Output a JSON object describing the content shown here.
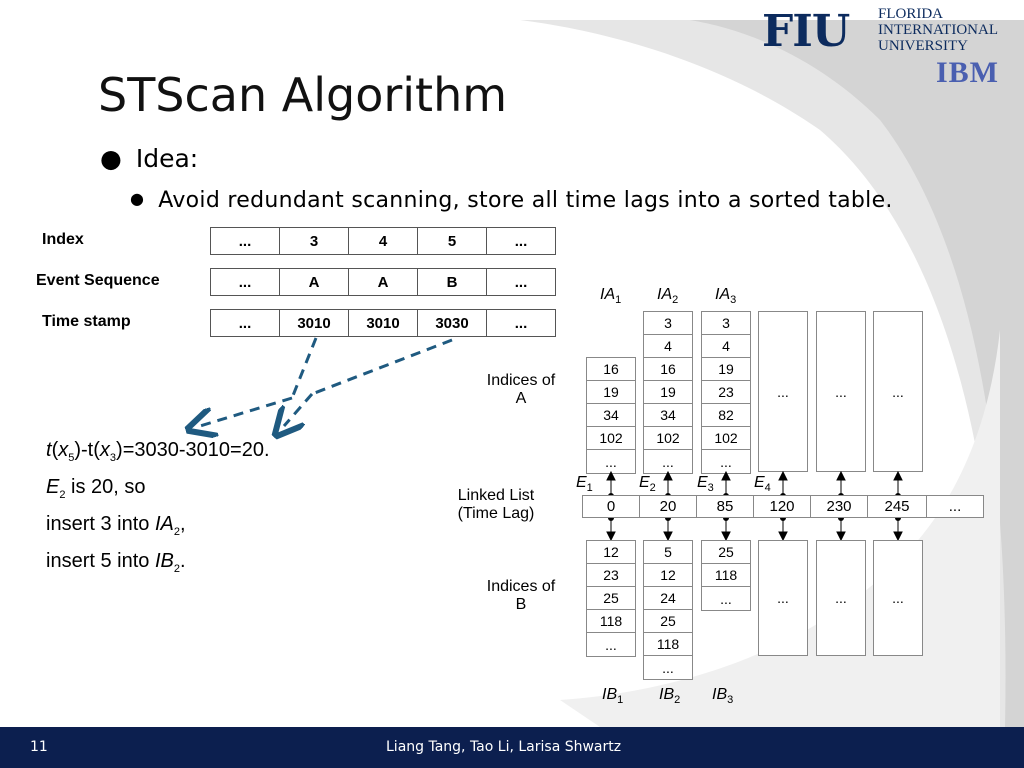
{
  "header": {
    "logo_fiu": "FIU",
    "logo_line1": "FLORIDA",
    "logo_line2": "INTERNATIONAL",
    "logo_line3": "UNIVERSITY",
    "logo_ibm": "IBM"
  },
  "title": "STScan Algorithm",
  "bullets": {
    "level1": "Idea:",
    "level2": "Avoid redundant scanning, store all time lags into a sorted table."
  },
  "table": {
    "index_label": "Index",
    "index_values": [
      "...",
      "3",
      "4",
      "5",
      "..."
    ],
    "event_label": "Event Sequence",
    "event_values": [
      "...",
      "A",
      "A",
      "B",
      "..."
    ],
    "time_label": "Time stamp",
    "time_values": [
      "...",
      "3010",
      "3010",
      "3030",
      "..."
    ]
  },
  "calc": {
    "line1_t": "t",
    "line1_x5": "x",
    "line1_sub5": "5",
    "line1_mid": ")-t(",
    "line1_x3": "x",
    "line1_sub3": "3",
    "line1_end": ")=3030-3010=20.",
    "line2_E": "E",
    "line2_sub": "2",
    "line2_rest": " is 20, so",
    "line3_pre": "insert  3 into ",
    "line3_IA": "IA",
    "line3_sub": "2",
    "line3_end": ",",
    "line4_pre": "insert  5 into ",
    "line4_IB": "IB",
    "line4_sub": "2",
    "line4_end": "."
  },
  "diagram": {
    "indices_a_label_1": "Indices of",
    "indices_a_label_2": "A",
    "indices_b_label_1": "Indices of",
    "indices_b_label_2": "B",
    "linked_list_label_1": "Linked List",
    "linked_list_label_2": "(Time Lag)",
    "ia_headers": [
      {
        "name": "IA",
        "sub": "1"
      },
      {
        "name": "IA",
        "sub": "2"
      },
      {
        "name": "IA",
        "sub": "3"
      }
    ],
    "ib_headers": [
      {
        "name": "IB",
        "sub": "1"
      },
      {
        "name": "IB",
        "sub": "2"
      },
      {
        "name": "IB",
        "sub": "3"
      }
    ],
    "e_labels": [
      {
        "name": "E",
        "sub": "1"
      },
      {
        "name": "E",
        "sub": "2"
      },
      {
        "name": "E",
        "sub": "3"
      },
      {
        "name": "E",
        "sub": "4"
      }
    ],
    "ia_columns": [
      [
        "16",
        "19",
        "34",
        "102",
        "..."
      ],
      [
        "3",
        "4",
        "16",
        "19",
        "34",
        "102",
        "..."
      ],
      [
        "3",
        "4",
        "19",
        "23",
        "82",
        "102",
        "..."
      ]
    ],
    "ib_columns": [
      [
        "12",
        "23",
        "25",
        "118",
        "..."
      ],
      [
        "5",
        "12",
        "24",
        "25",
        "118",
        "..."
      ],
      [
        "25",
        "118",
        "..."
      ]
    ],
    "ellipsis": "...",
    "linked_list": [
      "0",
      "20",
      "85",
      "120",
      "230",
      "245",
      "..."
    ]
  },
  "footer": {
    "page": "11",
    "authors": "Liang Tang, Tao Li, Larisa Shwartz"
  },
  "colors": {
    "footer_bg": "#0c1f4f",
    "arrow_dashed": "#1f5a80",
    "logo_blue": "#0c2b5e"
  }
}
